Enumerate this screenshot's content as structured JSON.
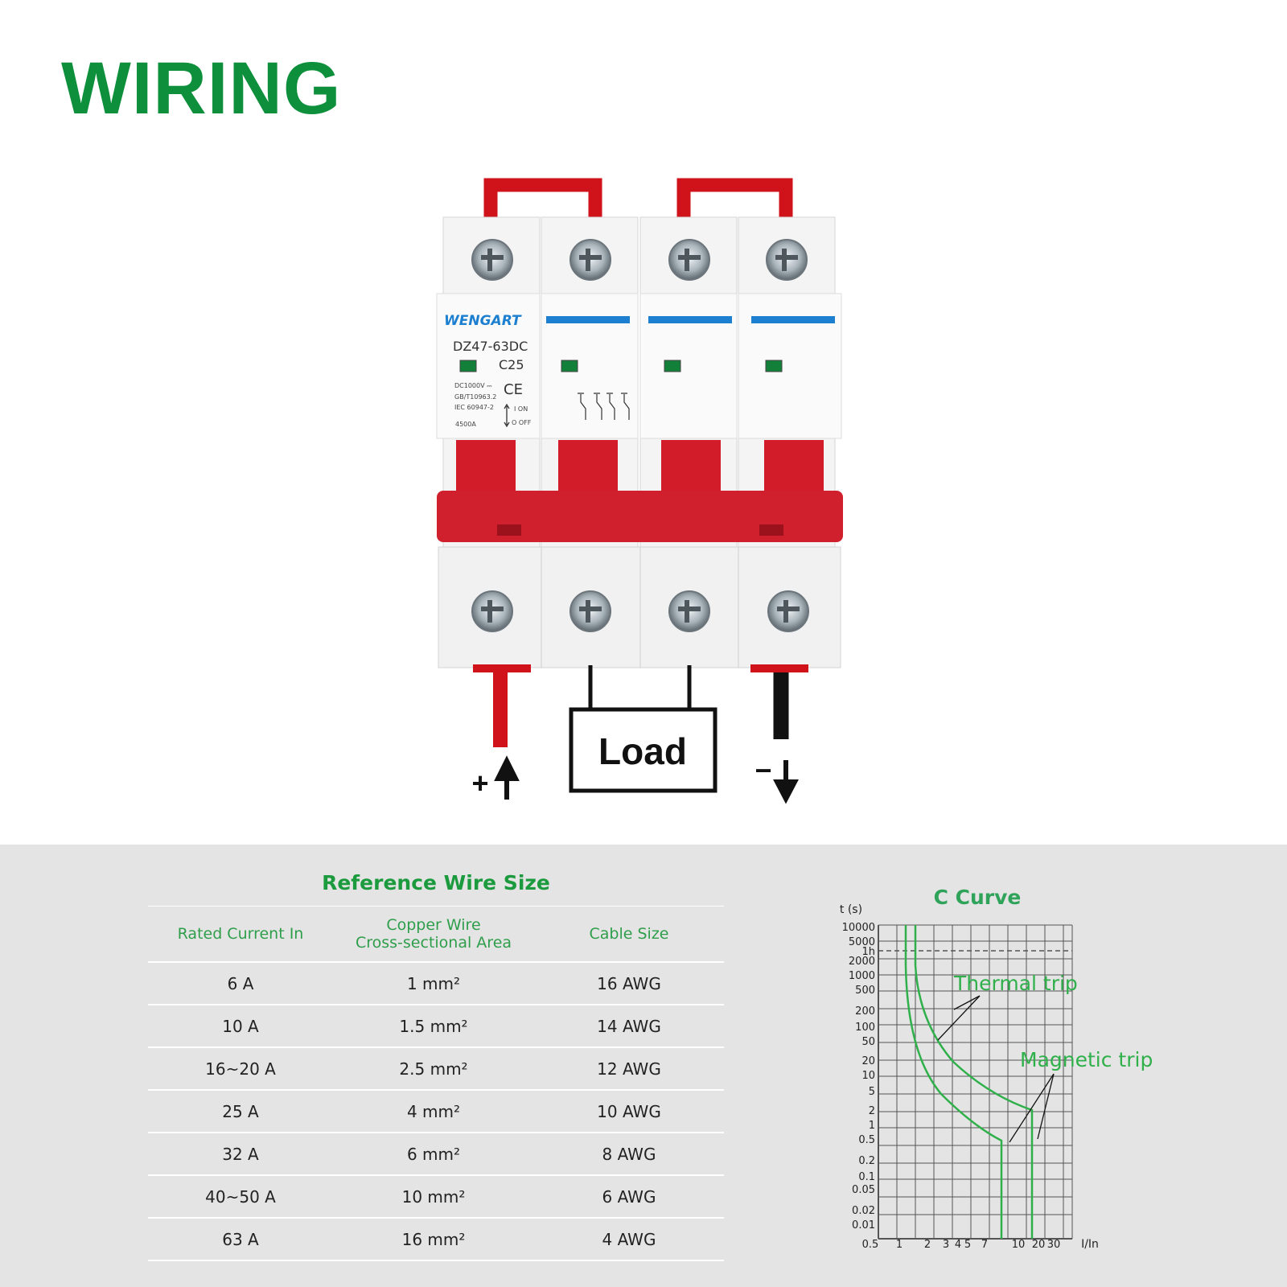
{
  "page": {
    "title": "WIRING"
  },
  "breaker": {
    "brand": "WENGART",
    "model": "DZ47-63DC",
    "rating": "C25",
    "specs": [
      "DC1000V ⎓",
      "GB/T10963.2",
      "IEC 60947-2",
      "4500A"
    ],
    "ce_mark": "CE",
    "on_label": "I ON",
    "off_label": "O OFF"
  },
  "wiring": {
    "load_label": "Load",
    "plus_label": "+",
    "minus_label": "−"
  },
  "table": {
    "title": "Reference Wire Size",
    "headers": [
      "Rated Current In",
      "Copper Wire\nCross-sectional Area",
      "Cable Size"
    ],
    "rows": [
      [
        "6 A",
        "1 mm²",
        "16 AWG"
      ],
      [
        "10 A",
        "1.5 mm²",
        "14 AWG"
      ],
      [
        "16~20 A",
        "2.5 mm²",
        "12 AWG"
      ],
      [
        "25 A",
        "4 mm²",
        "10 AWG"
      ],
      [
        "32 A",
        "6 mm²",
        "8 AWG"
      ],
      [
        "40~50 A",
        "10 mm²",
        "6 AWG"
      ],
      [
        "63 A",
        "16 mm²",
        "4 AWG"
      ]
    ]
  },
  "curve": {
    "title": "C Curve",
    "y_unit": "t (s)",
    "x_unit": "I/In",
    "y_ticks": [
      "10000",
      "5000",
      "1h",
      "2000",
      "1000",
      "500",
      "200",
      "100",
      "50",
      "20",
      "10",
      "5",
      "2",
      "1",
      "0.5",
      "0.2",
      "0.1",
      "0.05",
      "0.02",
      "0.01"
    ],
    "x_ticks": [
      "0.5",
      "1",
      "2",
      "3",
      "4",
      "5",
      "7",
      "10",
      "20",
      "30"
    ],
    "thermal_label": "Thermal trip",
    "magnetic_label": "Magnetic trip",
    "line_color": "#2fb04a"
  }
}
